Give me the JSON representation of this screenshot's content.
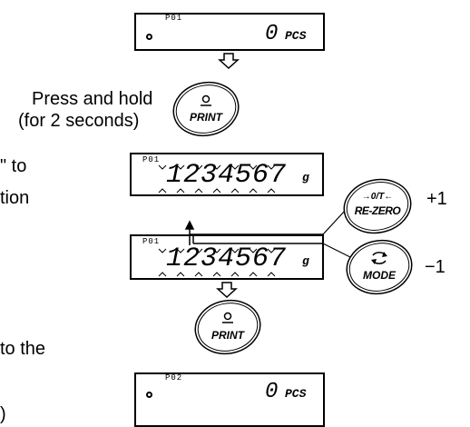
{
  "instructions": {
    "press_hold_line1": "Press and hold",
    "press_hold_line2": "(for 2 seconds)",
    "frag_to": "\" to",
    "frag_tion": "tion",
    "frag_to_the": "to the",
    "frag_paren": ")"
  },
  "displays": [
    {
      "label": "P01",
      "value": "0",
      "unit": "PCS"
    },
    {
      "label": "P01",
      "value": "1234567",
      "unit": "g"
    },
    {
      "label": "P01",
      "value": "1234567",
      "unit": "g"
    },
    {
      "label": "P02",
      "value": "0",
      "unit": "PCS"
    }
  ],
  "keys": {
    "print_top": {
      "label": "PRINT"
    },
    "re_zero": {
      "label": "RE-ZERO",
      "symbol": "→0/T←"
    },
    "mode": {
      "label": "MODE"
    },
    "print_bottom": {
      "label": "PRINT"
    }
  },
  "signs": {
    "plus": "+1",
    "minus": "−1"
  }
}
